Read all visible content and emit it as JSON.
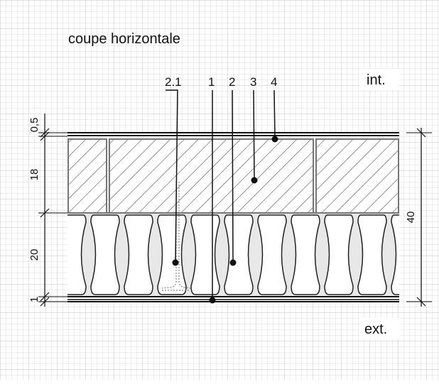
{
  "title": "coupe horizontale",
  "side_labels": {
    "interior": "int.",
    "exterior": "ext."
  },
  "callouts": [
    "2.1",
    "1",
    "2",
    "3",
    "4"
  ],
  "dimensions": {
    "top_membrane": "0,5",
    "stud_layer": "18",
    "insulation": "20",
    "bottom": "1",
    "total": "40"
  },
  "colors": {
    "grid_fine": "#dcdcdc",
    "grid_major": "#c4c4c4",
    "line": "#111111",
    "insulation_fill": "#e8e8e8",
    "stud_stroke": "#777777"
  }
}
